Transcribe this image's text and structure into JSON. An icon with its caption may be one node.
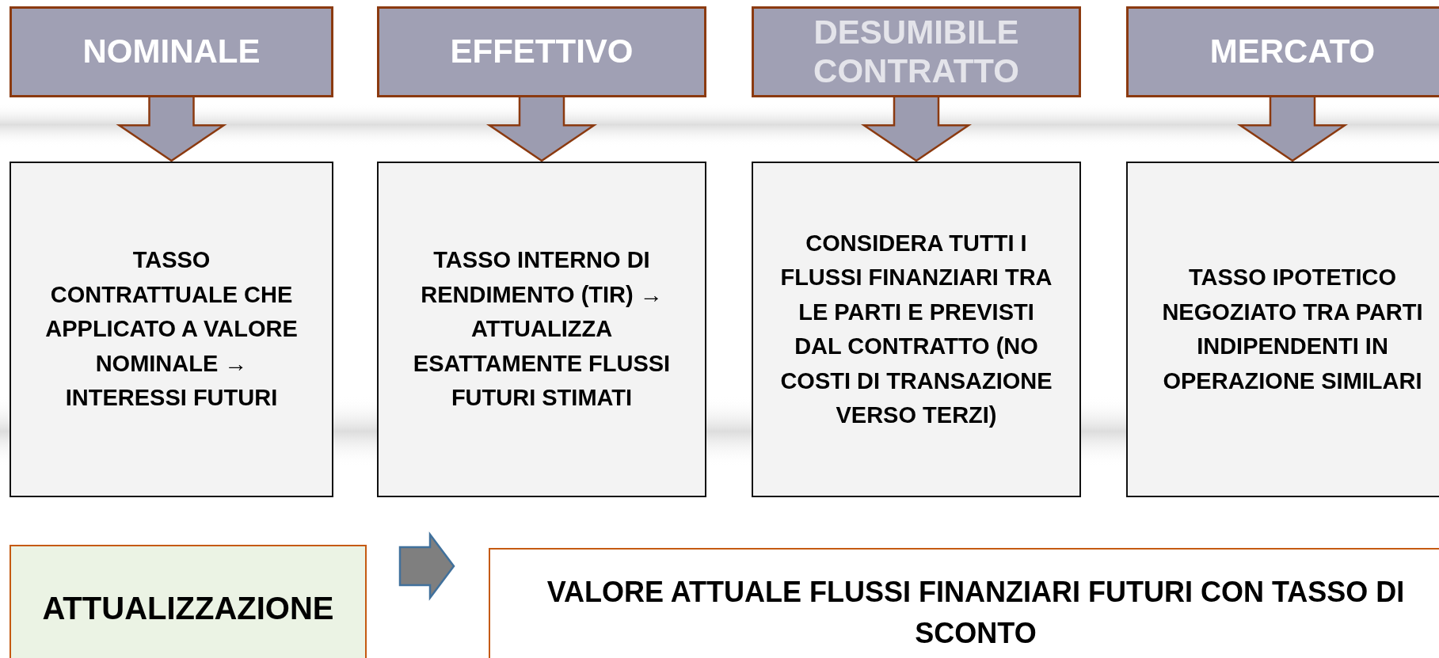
{
  "diagram": {
    "nodes": [
      {
        "text": [
          "NOMINALE"
        ]
      },
      {
        "text": [
          "EFFETTIVO"
        ]
      },
      {
        "text": [
          "DESUMIBILE CONTRATTO"
        ]
      },
      {
        "text": [
          "MERCATO"
        ]
      },
      {
        "text": [
          "TASSO CONTRATTUALE CHE APPLICATO A VALORE NOMINALE → INTERESSI FUTURI"
        ]
      },
      {
        "text": [
          "TASSO INTERNO DI RENDIMENTO (TIR) → ATTUALIZZA ESATTAMENTE FLUSSI FUTURI STIMATI"
        ]
      },
      {
        "text": [
          "CONSIDERA TUTTI I FLUSSI FINANZIARI TRA LE PARTI E PREVISTI DAL CONTRATTO (NO COSTI DI TRANSAZIONE VERSO TERZI)"
        ]
      },
      {
        "text": [
          "TASSO IPOTETICO NEGOZIATO TRA PARTI INDIPENDENTI IN OPERAZIONE SIMILARI"
        ]
      },
      {
        "text": [
          "ATTUALIZZAZIONE"
        ]
      },
      {
        "text": [
          "VALORE ATTUALE FLUSSI FINANZIARI FUTURI CON TASSO DI SCONTO"
        ]
      }
    ],
    "edges": [
      {
        "from": 0,
        "to": 4,
        "arrow": "to"
      },
      {
        "from": 1,
        "to": 5,
        "arrow": "to"
      },
      {
        "from": 2,
        "to": 6,
        "arrow": "to"
      },
      {
        "from": 3,
        "to": 7,
        "arrow": "to"
      },
      {
        "from": 8,
        "to": 9,
        "arrow": "to"
      }
    ]
  }
}
